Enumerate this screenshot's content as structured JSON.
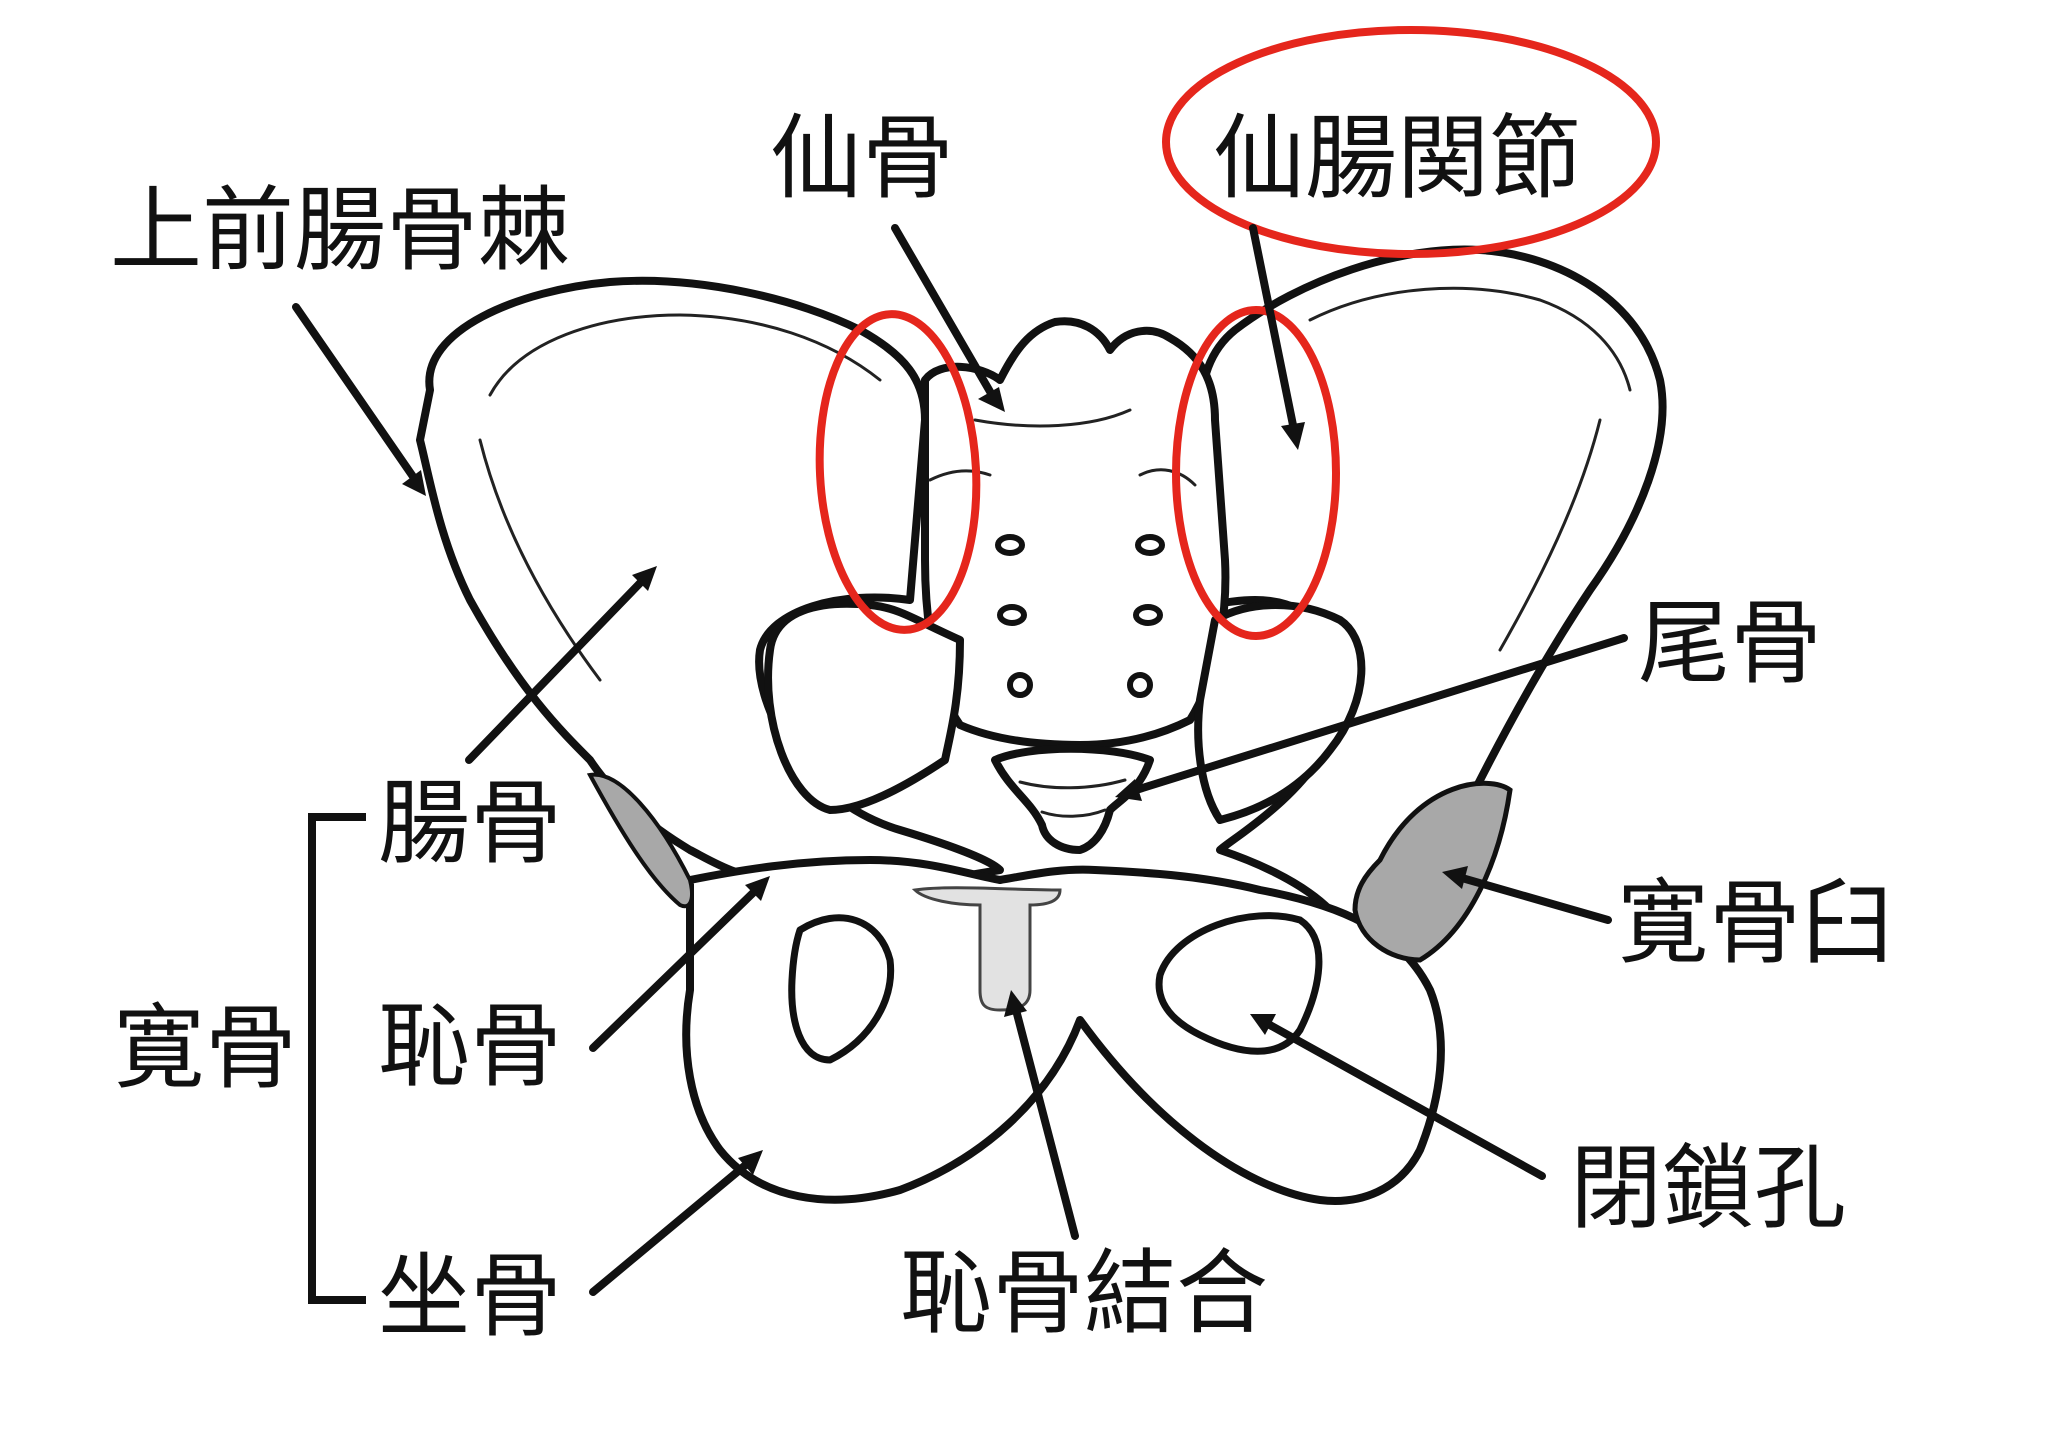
{
  "title_highlighted": "仙腸関節",
  "labels": {
    "sacrum": "仙骨",
    "asis": "上前腸骨棘",
    "sacroiliac_joint": "仙腸関節",
    "coccyx": "尾骨",
    "ilium": "腸骨",
    "pubis": "恥骨",
    "ischium": "坐骨",
    "hip_bone": "寛骨",
    "acetabulum": "寛骨臼",
    "obturator_foramen": "閉鎖孔",
    "pubic_symphysis": "恥骨結合"
  },
  "colors": {
    "highlight": "#e5261c",
    "outline": "#111111",
    "acetabulum_fill": "#a8a8a8",
    "cartilage_fill": "#e2e2e2"
  }
}
